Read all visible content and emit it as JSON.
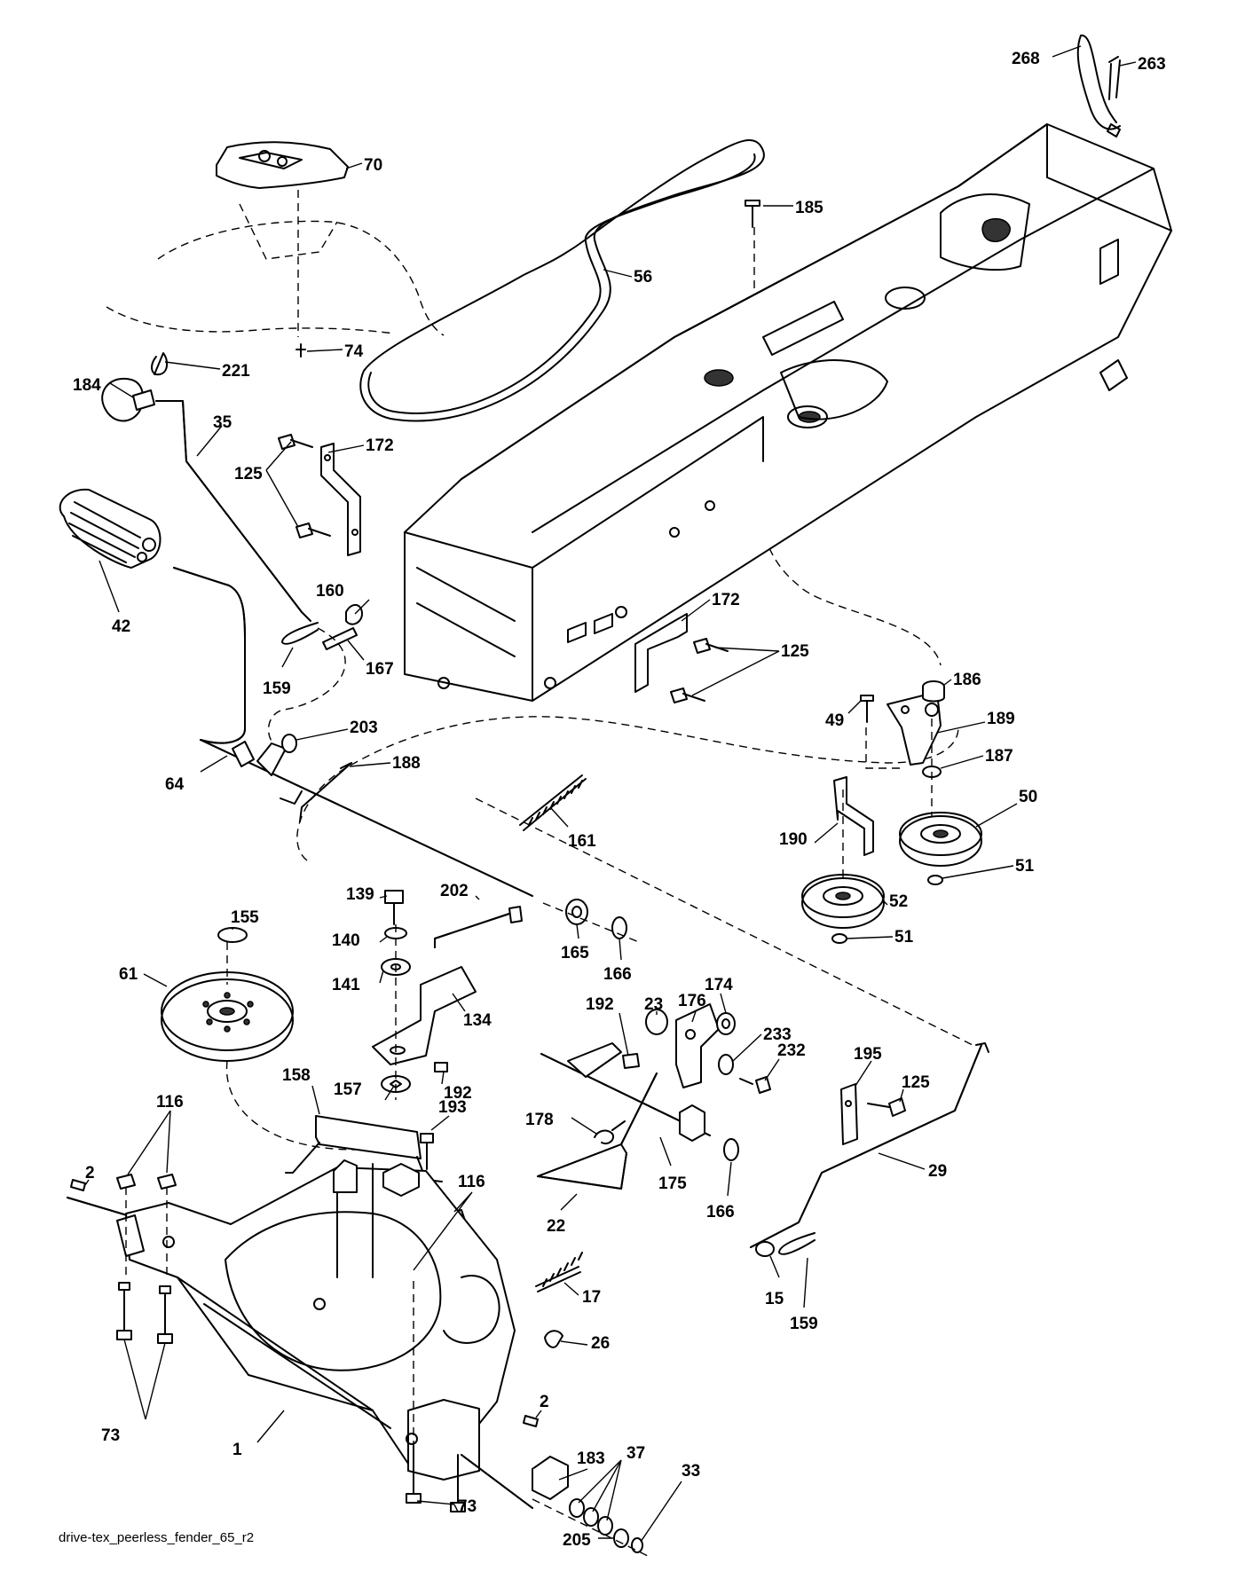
{
  "caption": "drive-tex_peerless_fender_65_r2",
  "callouts": [
    {
      "id": "c268",
      "text": "268"
    },
    {
      "id": "c263",
      "text": "263"
    },
    {
      "id": "c70",
      "text": "70"
    },
    {
      "id": "c185",
      "text": "185"
    },
    {
      "id": "c56",
      "text": "56"
    },
    {
      "id": "c74",
      "text": "74"
    },
    {
      "id": "c221",
      "text": "221"
    },
    {
      "id": "c184",
      "text": "184"
    },
    {
      "id": "c35",
      "text": "35"
    },
    {
      "id": "c172a",
      "text": "172"
    },
    {
      "id": "c125a",
      "text": "125"
    },
    {
      "id": "c42",
      "text": "42"
    },
    {
      "id": "c160",
      "text": "160"
    },
    {
      "id": "c167",
      "text": "167"
    },
    {
      "id": "c159a",
      "text": "159"
    },
    {
      "id": "c172b",
      "text": "172"
    },
    {
      "id": "c125b",
      "text": "125"
    },
    {
      "id": "c186",
      "text": "186"
    },
    {
      "id": "c49",
      "text": "49"
    },
    {
      "id": "c189",
      "text": "189"
    },
    {
      "id": "c187",
      "text": "187"
    },
    {
      "id": "c203",
      "text": "203"
    },
    {
      "id": "c64",
      "text": "64"
    },
    {
      "id": "c188",
      "text": "188"
    },
    {
      "id": "c190",
      "text": "190"
    },
    {
      "id": "c50",
      "text": "50"
    },
    {
      "id": "c51a",
      "text": "51"
    },
    {
      "id": "c161",
      "text": "161"
    },
    {
      "id": "c139",
      "text": "139"
    },
    {
      "id": "c202",
      "text": "202"
    },
    {
      "id": "c52",
      "text": "52"
    },
    {
      "id": "c51b",
      "text": "51"
    },
    {
      "id": "c155",
      "text": "155"
    },
    {
      "id": "c140",
      "text": "140"
    },
    {
      "id": "c165",
      "text": "165"
    },
    {
      "id": "c166a",
      "text": "166"
    },
    {
      "id": "c61",
      "text": "61"
    },
    {
      "id": "c141",
      "text": "141"
    },
    {
      "id": "c134",
      "text": "134"
    },
    {
      "id": "c174",
      "text": "174"
    },
    {
      "id": "c192a",
      "text": "192"
    },
    {
      "id": "c23",
      "text": "23"
    },
    {
      "id": "c176",
      "text": "176"
    },
    {
      "id": "c233",
      "text": "233"
    },
    {
      "id": "c232",
      "text": "232"
    },
    {
      "id": "c195",
      "text": "195"
    },
    {
      "id": "c157",
      "text": "157"
    },
    {
      "id": "c192b",
      "text": "192"
    },
    {
      "id": "c125c",
      "text": "125"
    },
    {
      "id": "c116a",
      "text": "116"
    },
    {
      "id": "c158",
      "text": "158"
    },
    {
      "id": "c193",
      "text": "193"
    },
    {
      "id": "c178",
      "text": "178"
    },
    {
      "id": "c116b",
      "text": "116"
    },
    {
      "id": "c175",
      "text": "175"
    },
    {
      "id": "c29",
      "text": "29"
    },
    {
      "id": "c2a",
      "text": "2"
    },
    {
      "id": "c22",
      "text": "22"
    },
    {
      "id": "c166b",
      "text": "166"
    },
    {
      "id": "c17",
      "text": "17"
    },
    {
      "id": "c15",
      "text": "15"
    },
    {
      "id": "c159b",
      "text": "159"
    },
    {
      "id": "c26",
      "text": "26"
    },
    {
      "id": "c73a",
      "text": "73"
    },
    {
      "id": "c2b",
      "text": "2"
    },
    {
      "id": "c1",
      "text": "1"
    },
    {
      "id": "c183",
      "text": "183"
    },
    {
      "id": "c37",
      "text": "37"
    },
    {
      "id": "c33",
      "text": "33"
    },
    {
      "id": "c73b",
      "text": "73"
    },
    {
      "id": "c205",
      "text": "205"
    }
  ]
}
